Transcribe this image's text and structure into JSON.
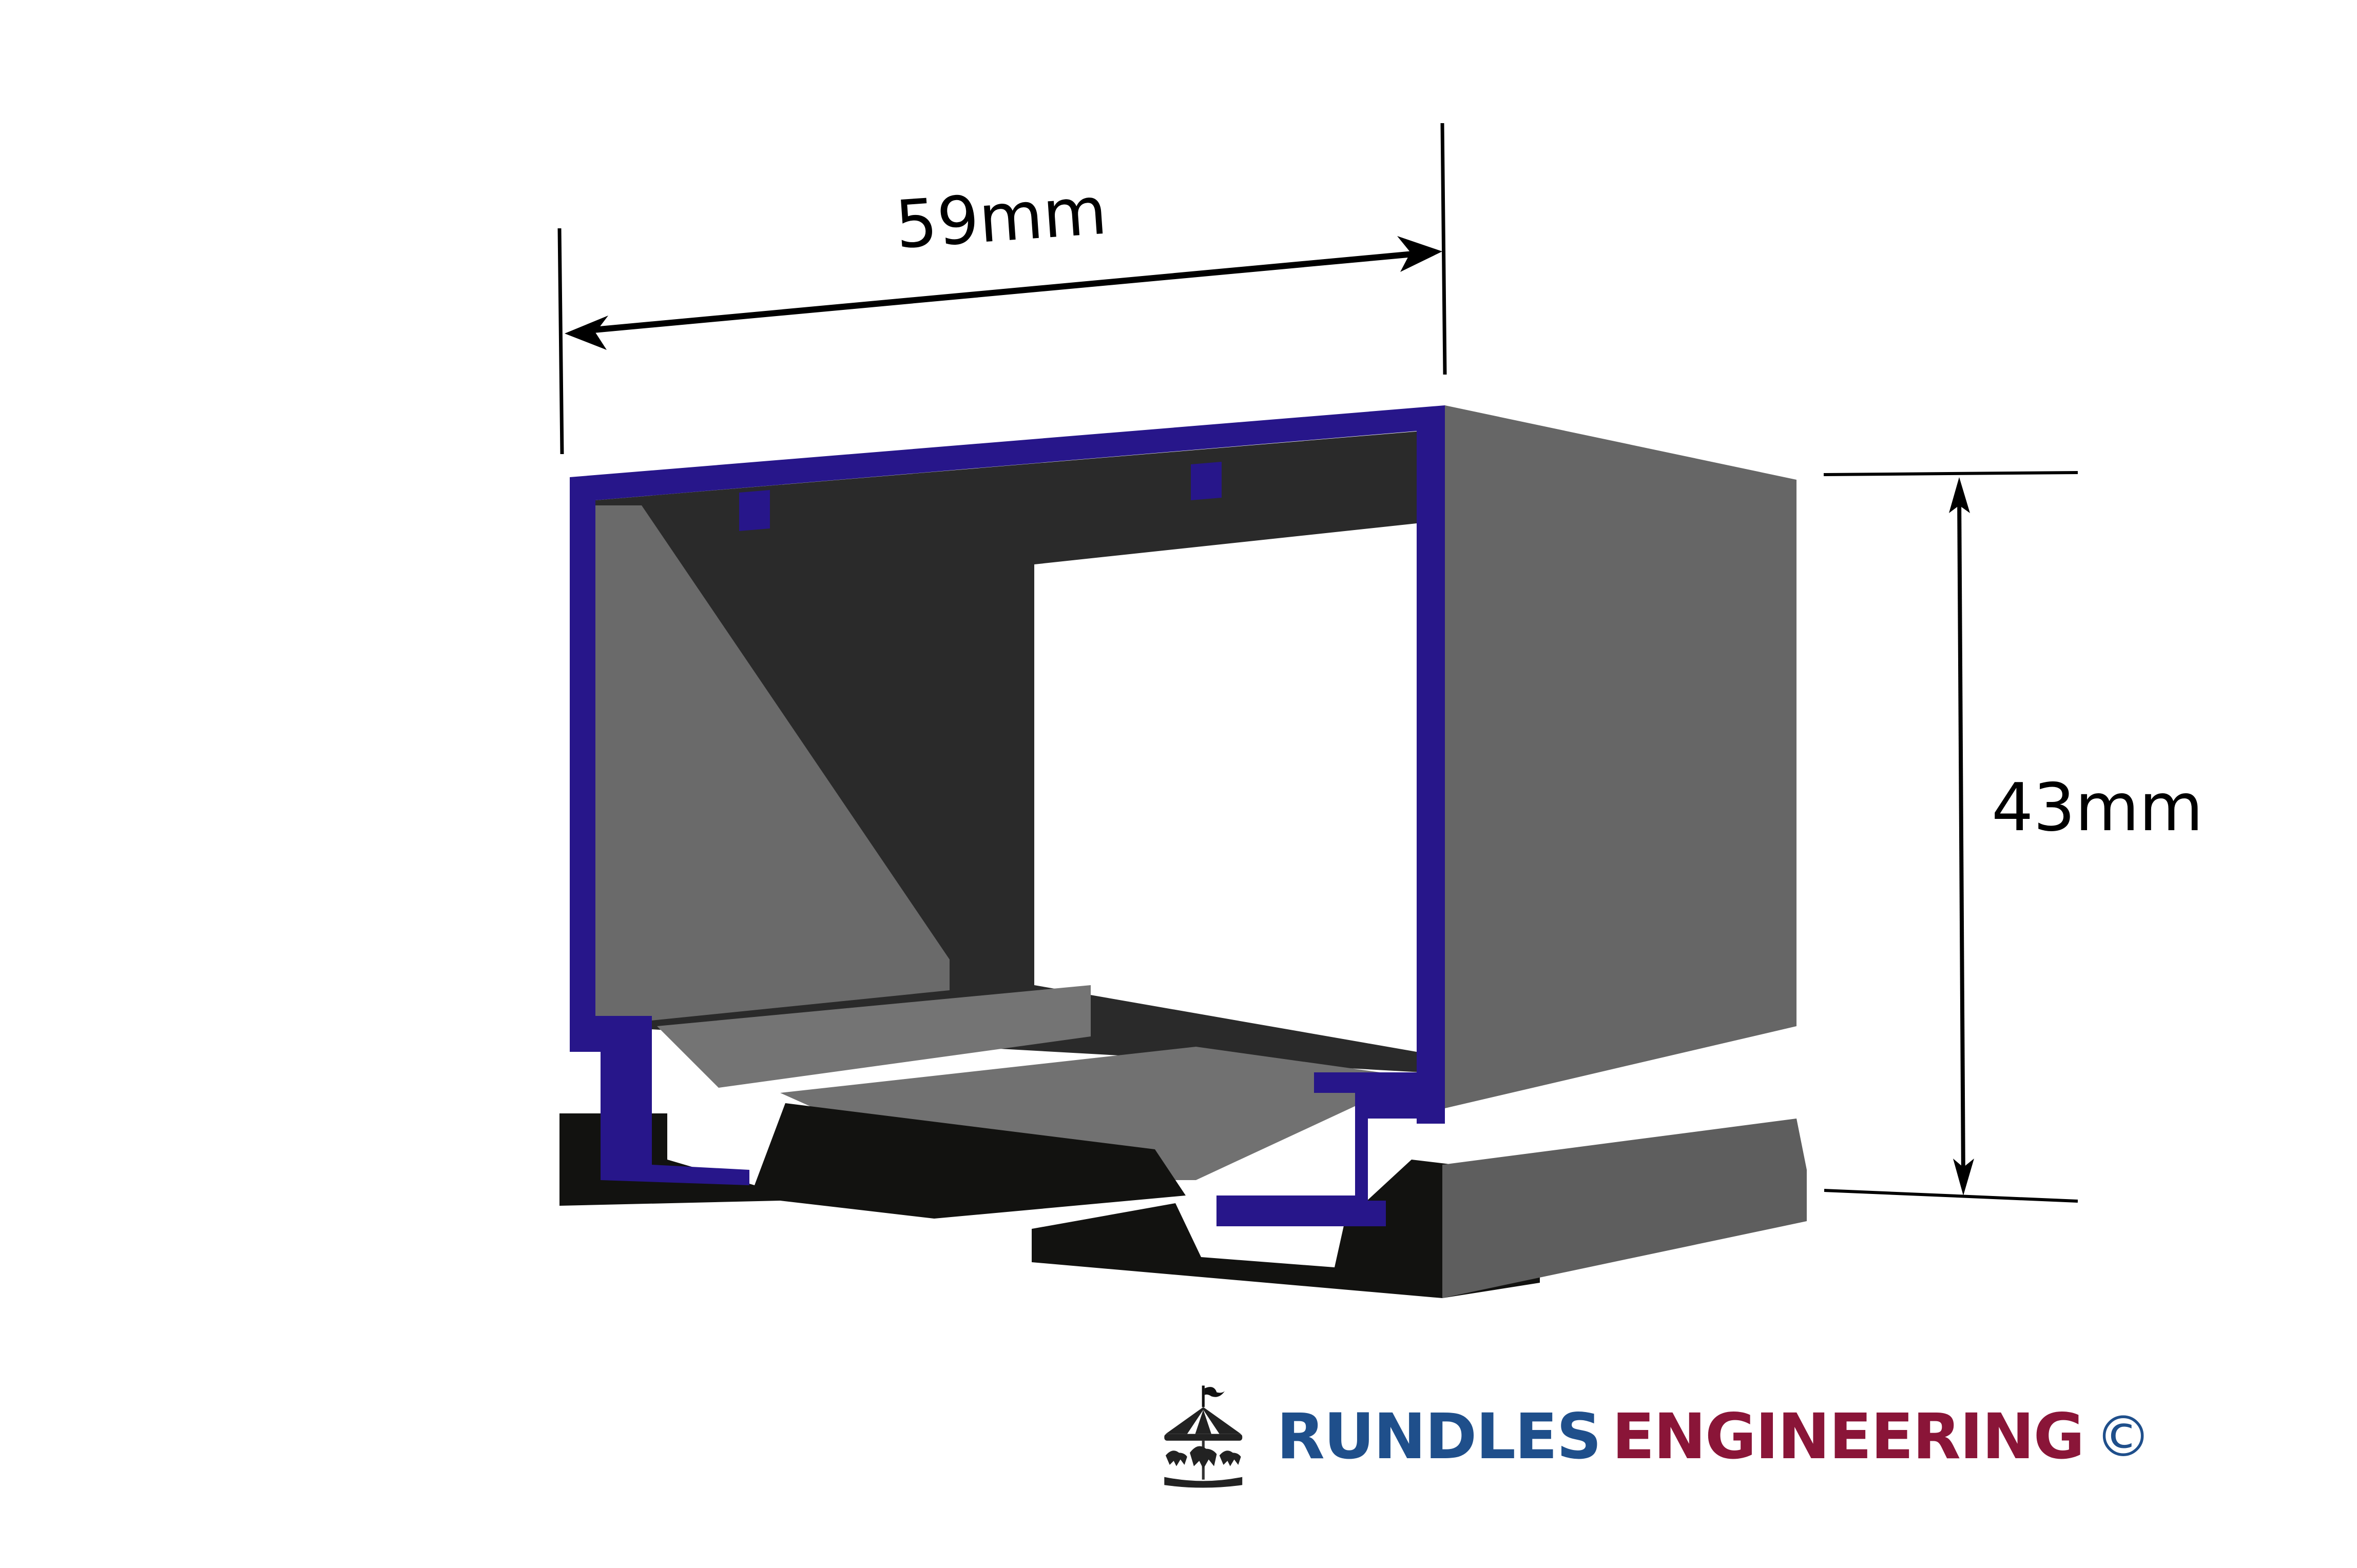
{
  "diagram": {
    "subject": "aluminium profile cross-section",
    "dimensions": {
      "width": {
        "label": "59mm",
        "value": 59,
        "unit": "mm"
      },
      "height": {
        "label": "43mm",
        "value": 43,
        "unit": "mm"
      }
    }
  },
  "branding": {
    "icon": "carousel-icon",
    "name_part1": "RUNDLES",
    "name_part2": "ENGINEERING",
    "copyright": "©"
  },
  "colors": {
    "profile_section": "#27168a",
    "profile_face_light": "#6b6b6b",
    "profile_face_dark": "#2a2a2a",
    "rubber_insert": "#121210",
    "brand_blue": "#1f4f8b",
    "brand_red": "#8a1538"
  }
}
